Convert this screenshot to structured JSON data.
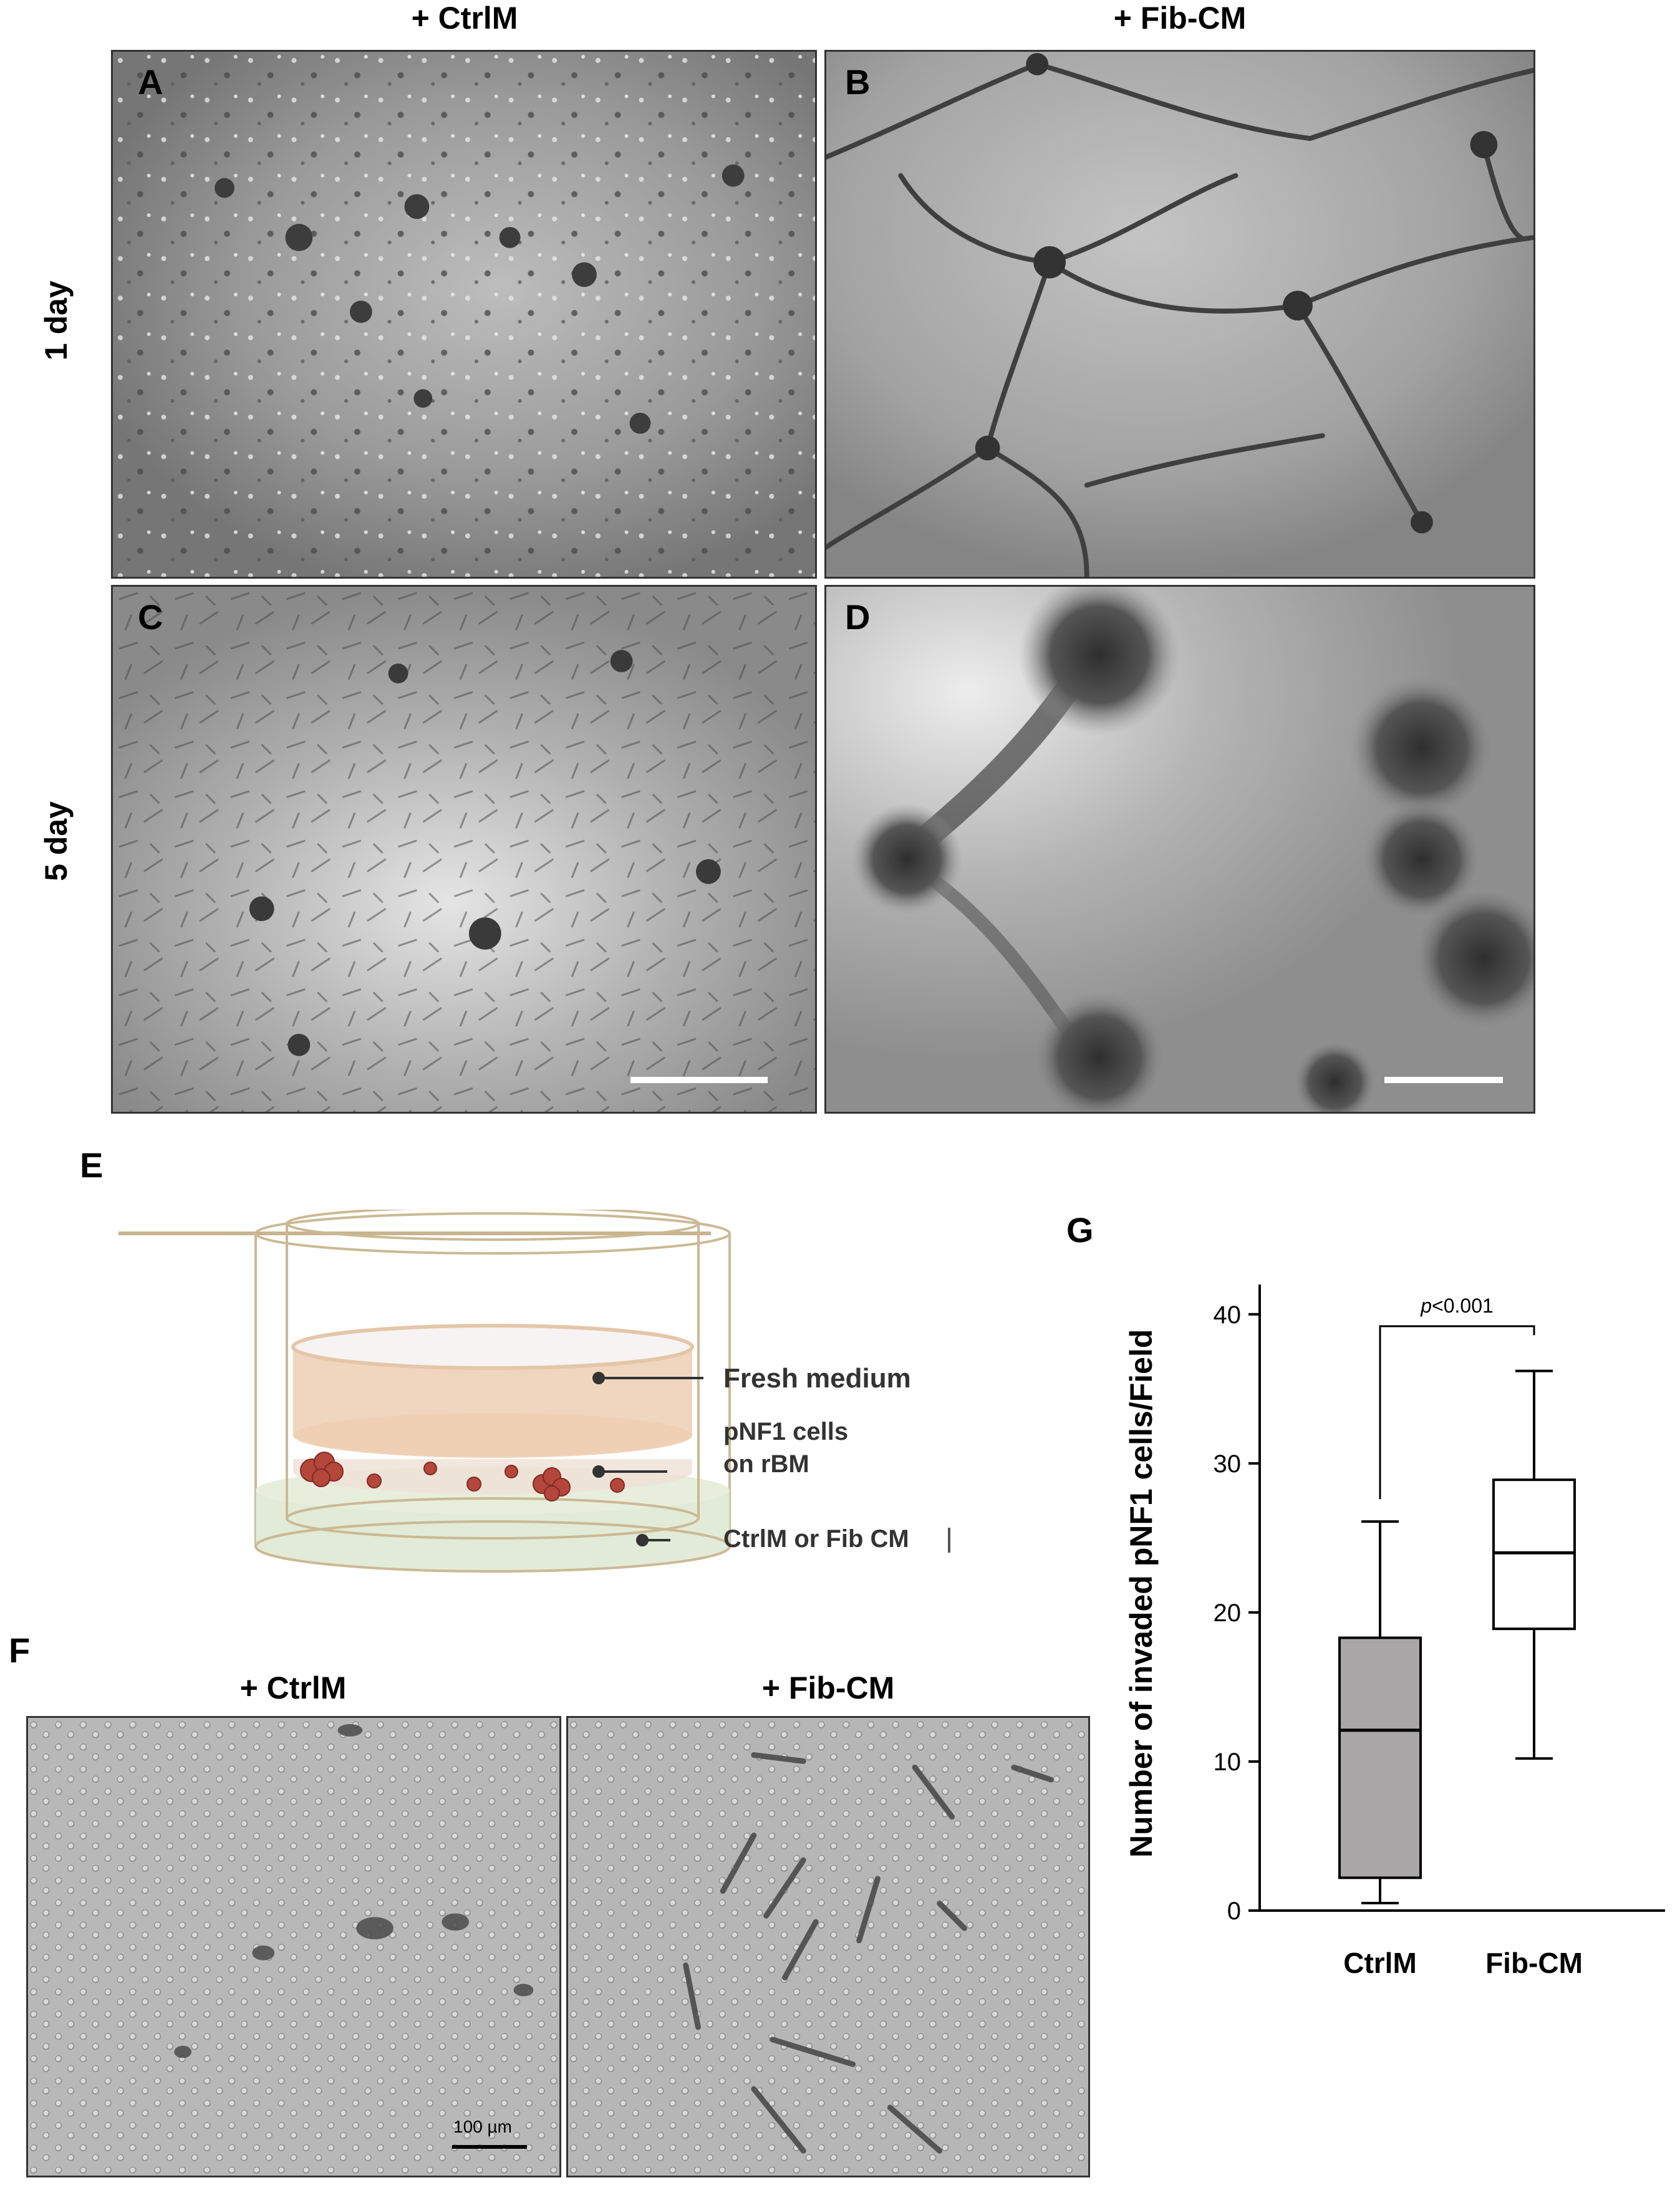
{
  "figure": {
    "panels_top": {
      "col_headers": [
        "+ CtrlM",
        "+ Fib-CM"
      ],
      "row_labels": [
        "1 day",
        "5 day"
      ],
      "letters": [
        "A",
        "B",
        "C",
        "D"
      ]
    },
    "panel_e": {
      "letter": "E",
      "labels": [
        "Fresh medium",
        "pNF1 cells",
        "on rBM",
        "CtrlM or Fib CM"
      ]
    },
    "panel_f": {
      "letter": "F",
      "col_headers": [
        "+ CtrlM",
        "+ Fib-CM"
      ],
      "scale_label": "100 µm"
    },
    "panel_g": {
      "letter": "G",
      "pvalue_prefix": "p",
      "pvalue_rest": "<0.001"
    },
    "colors": {
      "box_ctrl_fill": "#a8a6a6",
      "box_fib_fill": "#ffffff",
      "medium_fill": "#f0d6bf",
      "lower_fill": "#dfe9d3",
      "cell_color": "#b5463b"
    }
  },
  "chart_data": {
    "type": "box",
    "title": "",
    "xlabel": "",
    "ylabel": "Number of invaded pNF1 cells/Field",
    "categories": [
      "CtrlM",
      "Fib-CM"
    ],
    "ylim": [
      0,
      42
    ],
    "yticks": [
      0,
      10,
      20,
      30,
      40
    ],
    "boxes": [
      {
        "category": "CtrlM",
        "min": 0.5,
        "q1": 2.2,
        "median": 12.1,
        "q3": 18.3,
        "max": 26.1
      },
      {
        "category": "Fib-CM",
        "min": 10.2,
        "q1": 18.9,
        "median": 24.0,
        "q3": 28.9,
        "max": 36.2
      }
    ],
    "annotation": "p<0.001",
    "grid": false,
    "legend": "none"
  }
}
